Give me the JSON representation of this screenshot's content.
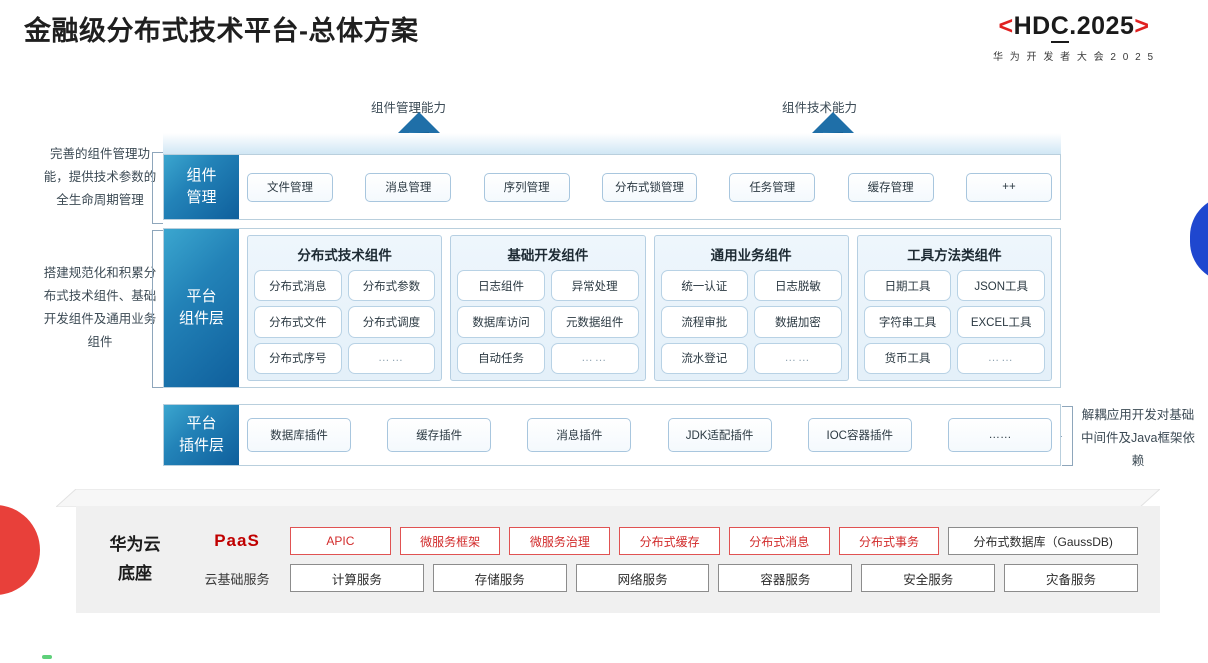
{
  "header": {
    "title": "金融级分布式技术平台-总体方案",
    "logo_main_left": "<",
    "logo_main_text1": "HD",
    "logo_main_text2": "C",
    "logo_main_text3": ".2025",
    "logo_main_right": ">",
    "logo_sub": "华 为 开 发 者 大 会 2 0 2 5",
    "logo_accent_color": "#e02020"
  },
  "capabilities": {
    "left_label": "组件管理能力",
    "right_label": "组件技术能力"
  },
  "notes": {
    "left_top": "完善的组件管理功能，提供技术参数的全生命周期管理",
    "left_bottom": "搭建规范化和积累分布式技术组件、基础开发组件及通用业务组件",
    "right": "解耦应用开发对基础中间件及Java框架依赖"
  },
  "component_management": {
    "label": "组件\n管理",
    "label_line1": "组件",
    "label_line2": "管理",
    "items": [
      "文件管理",
      "消息管理",
      "序列管理",
      "分布式锁管理",
      "任务管理",
      "缓存管理",
      "++"
    ]
  },
  "platform_component_layer": {
    "label_line1": "平台",
    "label_line2": "组件层",
    "groups": [
      {
        "title": "分布式技术组件",
        "items": [
          "分布式消息",
          "分布式参数",
          "分布式文件",
          "分布式调度",
          "分布式序号",
          "……"
        ]
      },
      {
        "title": "基础开发组件",
        "items": [
          "日志组件",
          "异常处理",
          "数据库访问",
          "元数据组件",
          "自动任务",
          "……"
        ]
      },
      {
        "title": "通用业务组件",
        "items": [
          "统一认证",
          "日志脱敏",
          "流程审批",
          "数据加密",
          "流水登记",
          "……"
        ]
      },
      {
        "title": "工具方法类组件",
        "items": [
          "日期工具",
          "JSON工具",
          "字符串工具",
          "EXCEL工具",
          "货币工具",
          "……"
        ]
      }
    ]
  },
  "platform_plugin_layer": {
    "label_line1": "平台",
    "label_line2": "插件层",
    "items": [
      "数据库插件",
      "缓存插件",
      "消息插件",
      "JDK适配插件",
      "IOC容器插件",
      "……"
    ]
  },
  "huawei_cloud_base": {
    "label_line1": "华为云",
    "label_line2": "底座",
    "paas_label": "PaaS",
    "basic_label": "云基础服务",
    "paas_items": [
      "APIC",
      "微服务框架",
      "微服务治理",
      "分布式缓存",
      "分布式消息",
      "分布式事务"
    ],
    "paas_item_neutral": "分布式数据库（GaussDB)",
    "basic_items": [
      "计算服务",
      "存储服务",
      "网络服务",
      "容器服务",
      "安全服务",
      "灾备服务"
    ]
  },
  "colors": {
    "brand_red": "#c00000",
    "accent_blue": "#1f6fa8",
    "panel_gray": "#f0f0f0",
    "chip_red_border": "#e05252",
    "decor_red": "#e8403a",
    "decor_blue": "#1f47cf"
  }
}
